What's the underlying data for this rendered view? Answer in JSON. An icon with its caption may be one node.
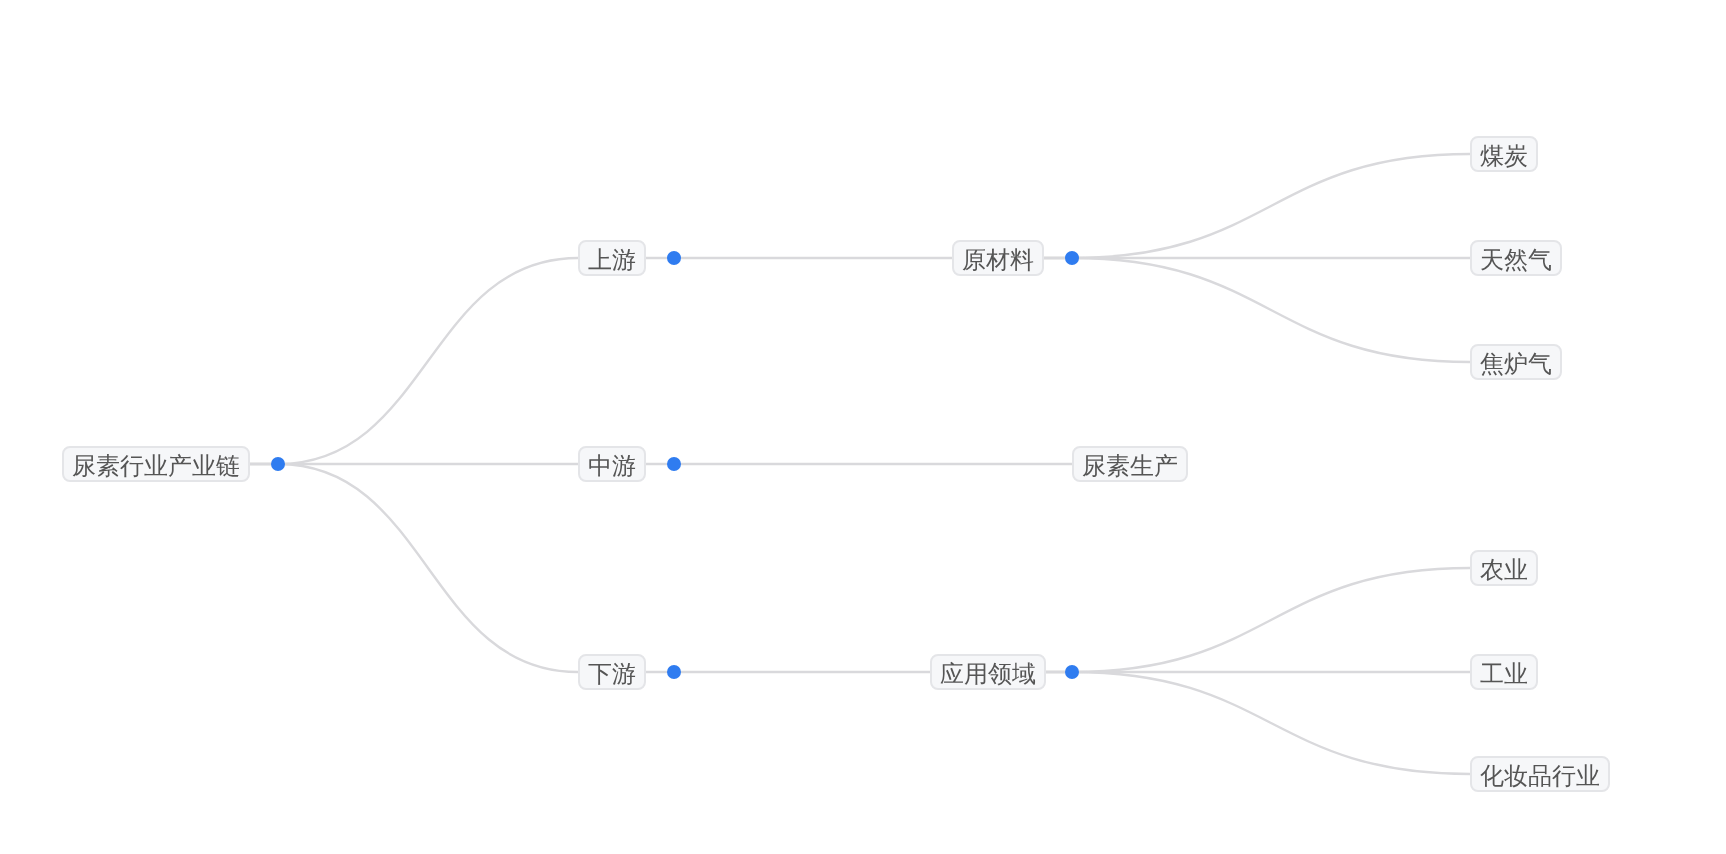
{
  "diagram": {
    "nodes": [
      {
        "text": [
          "尿素行业产业链"
        ]
      },
      {
        "text": [
          "上游"
        ]
      },
      {
        "text": [
          "中游"
        ]
      },
      {
        "text": [
          "下游"
        ]
      },
      {
        "text": [
          "原材料"
        ]
      },
      {
        "text": [
          "煤炭"
        ]
      },
      {
        "text": [
          "天然气"
        ]
      },
      {
        "text": [
          "焦炉气"
        ]
      },
      {
        "text": [
          "尿素生产"
        ]
      },
      {
        "text": [
          "应用领域"
        ]
      },
      {
        "text": [
          "农业"
        ]
      },
      {
        "text": [
          "工业"
        ]
      },
      {
        "text": [
          "化妆品行业"
        ]
      }
    ],
    "edges": [
      {
        "from": 0,
        "to": 1,
        "arrow": "none"
      },
      {
        "from": 0,
        "to": 2,
        "arrow": "none"
      },
      {
        "from": 0,
        "to": 3,
        "arrow": "none"
      },
      {
        "from": 1,
        "to": 4,
        "arrow": "none"
      },
      {
        "from": 4,
        "to": 5,
        "arrow": "none"
      },
      {
        "from": 4,
        "to": 6,
        "arrow": "none"
      },
      {
        "from": 4,
        "to": 7,
        "arrow": "none"
      },
      {
        "from": 2,
        "to": 8,
        "arrow": "none"
      },
      {
        "from": 3,
        "to": 9,
        "arrow": "none"
      },
      {
        "from": 9,
        "to": 10,
        "arrow": "none"
      },
      {
        "from": 9,
        "to": 11,
        "arrow": "none"
      },
      {
        "from": 9,
        "to": 12,
        "arrow": "none"
      }
    ]
  }
}
